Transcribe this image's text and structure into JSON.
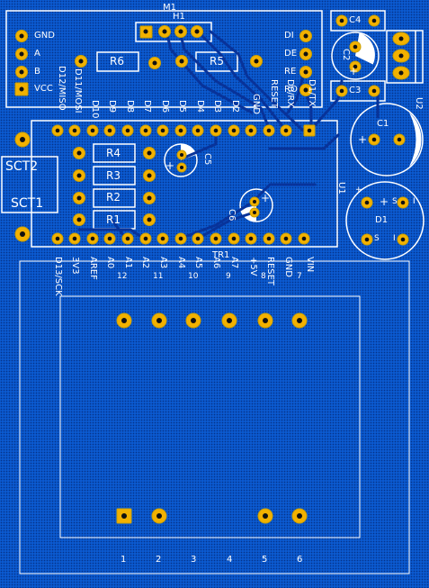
{
  "board": {
    "module_label": "M1",
    "header_label": "H1",
    "transformer_label": "TR1",
    "u1_label": "U1",
    "u2_label": "U2",
    "sct2": "SCT2",
    "sct1": "SCT1"
  },
  "rs485": {
    "left_pins": [
      "GND",
      "A",
      "B",
      "VCC"
    ],
    "right_pins": [
      "DI",
      "DE",
      "RE",
      "RO"
    ]
  },
  "resistors": [
    "R6",
    "R5",
    "R4",
    "R3",
    "R2",
    "R1"
  ],
  "capacitors": [
    "C1",
    "C2",
    "C3",
    "C4",
    "C5",
    "C6"
  ],
  "diode": {
    "label": "D1",
    "plus": "+",
    "s_top": "S",
    "s_bot": "S",
    "minus_right": "I",
    "minus_bot": "I"
  },
  "polarity": {
    "plus": "+"
  },
  "arduino": {
    "top_pins": [
      "D12/MISO",
      "D11/MOSI",
      "D10",
      "D9",
      "D8",
      "D7",
      "D6",
      "D5",
      "D4",
      "D3",
      "D2",
      "GND",
      "RESET",
      "D0/RX",
      "D1/TX"
    ],
    "bottom_pins": [
      "D13/SCK",
      "3V3",
      "AREF",
      "A0",
      "A1",
      "A2",
      "A3",
      "A4",
      "A5",
      "A6",
      "A7",
      "+5V",
      "RESET",
      "GND",
      "VIN"
    ],
    "bottom_numbers": [
      "12",
      "11",
      "10",
      "9",
      "8",
      "7"
    ]
  },
  "transformer_pins": [
    "1",
    "2",
    "3",
    "4",
    "5",
    "6"
  ]
}
